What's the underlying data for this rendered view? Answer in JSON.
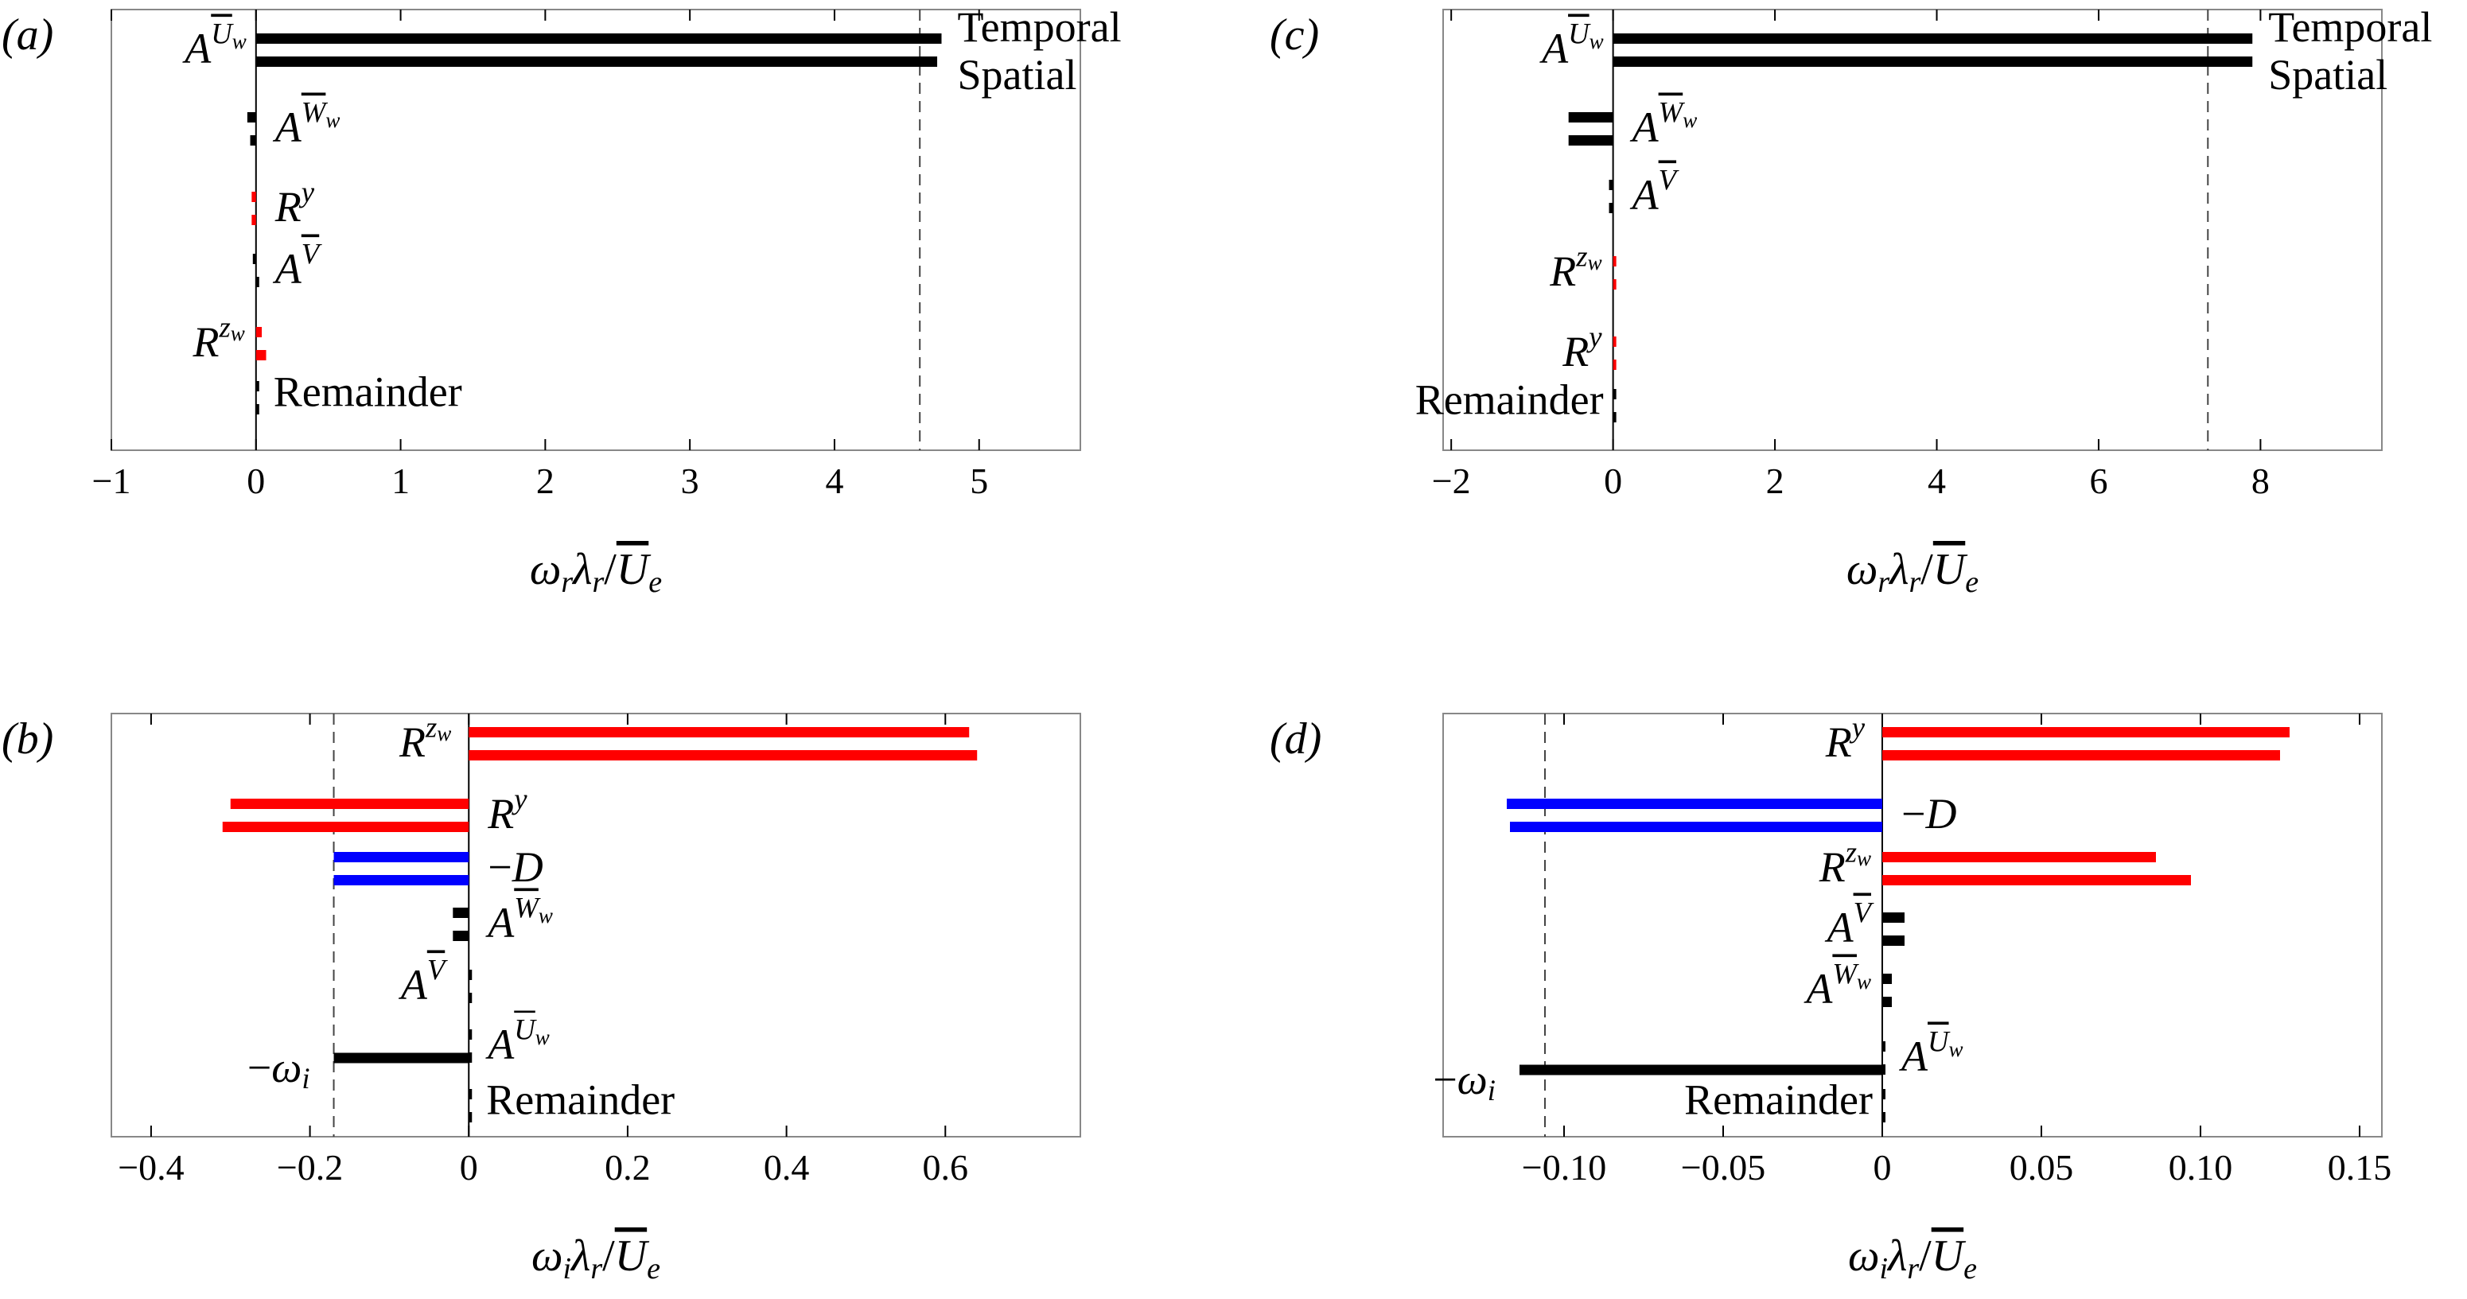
{
  "colors": {
    "black": "#000000",
    "red": "#ff0000",
    "blue": "#0000ff",
    "frame": "#888888"
  },
  "chart_data": [
    {
      "type": "bar",
      "panel_label": "(a)",
      "xlim": [
        -1,
        5.7
      ],
      "xticks": [
        "-1",
        "0",
        "1",
        "2",
        "3",
        "4",
        "5"
      ],
      "xtick_values": [
        -1,
        0,
        1,
        2,
        3,
        4,
        5
      ],
      "xlabel": "ωrλr/Ue",
      "series": [
        {
          "name": "Temporal"
        },
        {
          "name": "Spatial"
        }
      ],
      "reference_line": {
        "value": 4.59,
        "style": "dashed"
      },
      "terms": [
        {
          "label": "A^{U_w}",
          "color": "black",
          "values": [
            4.74,
            4.71
          ],
          "label_side": "left"
        },
        {
          "label": "A^{W_w}",
          "color": "black",
          "values": [
            -0.06,
            -0.04
          ],
          "label_side": "right"
        },
        {
          "label": "R^y",
          "color": "red",
          "values": [
            -0.03,
            -0.03
          ],
          "label_side": "right"
        },
        {
          "label": "A^{V}",
          "color": "black",
          "values": [
            -0.02,
            0.01
          ],
          "label_side": "right"
        },
        {
          "label": "R^{z_w}",
          "color": "red",
          "values": [
            0.04,
            0.07
          ],
          "label_side": "left"
        },
        {
          "label": "Remainder",
          "color": "black",
          "values": [
            0,
            0
          ],
          "label_side": "right"
        }
      ]
    },
    {
      "type": "bar",
      "panel_label": "(b)",
      "xlim": [
        -0.45,
        0.77
      ],
      "xticks": [
        "-0.4",
        "-0.2",
        "0",
        "0.2",
        "0.4",
        "0.6"
      ],
      "xtick_values": [
        -0.4,
        -0.2,
        0,
        0.2,
        0.4,
        0.6
      ],
      "xlabel": "ωiλr/Ue",
      "reference_line": {
        "value": -0.17,
        "style": "dashed"
      },
      "terms": [
        {
          "label": "R^{z_w}",
          "color": "red",
          "values": [
            0.63,
            0.64
          ],
          "label_side": "left"
        },
        {
          "label": "R^y",
          "color": "red",
          "values": [
            -0.3,
            -0.31
          ],
          "label_side": "right"
        },
        {
          "label": "-D",
          "color": "blue",
          "values": [
            -0.17,
            -0.17
          ],
          "label_side": "right"
        },
        {
          "label": "A^{W_w}",
          "color": "black",
          "values": [
            -0.02,
            -0.02
          ],
          "label_side": "right"
        },
        {
          "label": "A^{V}",
          "color": "black",
          "values": [
            0.003,
            0.003
          ],
          "label_side": "left"
        },
        {
          "label": "A^{U_w}",
          "color": "black",
          "values": [
            0,
            0
          ],
          "label_side": "right"
        },
        {
          "label": "-ωi",
          "color": "black",
          "values": [
            -0.17
          ],
          "label_side": "left"
        },
        {
          "label": "Remainder",
          "color": "black",
          "values": [
            0,
            0
          ],
          "label_side": "right"
        }
      ]
    },
    {
      "type": "bar",
      "panel_label": "(c)",
      "xlim": [
        -2.1,
        9.5
      ],
      "xticks": [
        "-2",
        "0",
        "2",
        "4",
        "6",
        "8"
      ],
      "xtick_values": [
        -2,
        0,
        2,
        4,
        6,
        8
      ],
      "xlabel": "ωrλr/Ue",
      "series": [
        {
          "name": "Temporal"
        },
        {
          "name": "Spatial"
        }
      ],
      "reference_line": {
        "value": 7.35,
        "style": "dashed"
      },
      "terms": [
        {
          "label": "A^{U_w}",
          "color": "black",
          "values": [
            7.9,
            7.9
          ],
          "label_side": "left"
        },
        {
          "label": "A^{W_w}",
          "color": "black",
          "values": [
            -0.55,
            -0.55
          ],
          "label_side": "right"
        },
        {
          "label": "A^{V}",
          "color": "black",
          "values": [
            -0.05,
            -0.05
          ],
          "label_side": "right"
        },
        {
          "label": "R^{z_w}",
          "color": "red",
          "values": [
            0.03,
            0.03
          ],
          "label_side": "left"
        },
        {
          "label": "R^y",
          "color": "red",
          "values": [
            0.01,
            0.01
          ],
          "label_side": "left"
        },
        {
          "label": "Remainder",
          "color": "black",
          "values": [
            0,
            0
          ],
          "label_side": "left"
        }
      ]
    },
    {
      "type": "bar",
      "panel_label": "(d)",
      "xlim": [
        -0.138,
        0.157
      ],
      "xticks": [
        "-0.10",
        "-0.05",
        "0",
        "0.05",
        "0.10",
        "0.15"
      ],
      "xtick_values": [
        -0.1,
        -0.05,
        0,
        0.05,
        0.1,
        0.15
      ],
      "xlabel": "ωiλr/Ue",
      "reference_line": {
        "value": -0.106,
        "style": "dashed"
      },
      "terms": [
        {
          "label": "R^y",
          "color": "red",
          "values": [
            0.128,
            0.125
          ],
          "label_side": "left"
        },
        {
          "label": "-D",
          "color": "blue",
          "values": [
            -0.118,
            -0.117
          ],
          "label_side": "right"
        },
        {
          "label": "R^{z_w}",
          "color": "red",
          "values": [
            0.086,
            0.097
          ],
          "label_side": "left"
        },
        {
          "label": "A^{V}",
          "color": "black",
          "values": [
            0.007,
            0.007
          ],
          "label_side": "left"
        },
        {
          "label": "A^{W_w}",
          "color": "black",
          "values": [
            0.003,
            0.003
          ],
          "label_side": "left"
        },
        {
          "label": "A^{U_w}",
          "color": "black",
          "values": [
            0,
            0
          ],
          "label_side": "right"
        },
        {
          "label": "-ωi",
          "color": "black",
          "values": [
            -0.114
          ],
          "label_side": "left"
        },
        {
          "label": "Remainder",
          "color": "black",
          "values": [
            0.001,
            0.001
          ],
          "label_side": "left"
        }
      ]
    }
  ]
}
